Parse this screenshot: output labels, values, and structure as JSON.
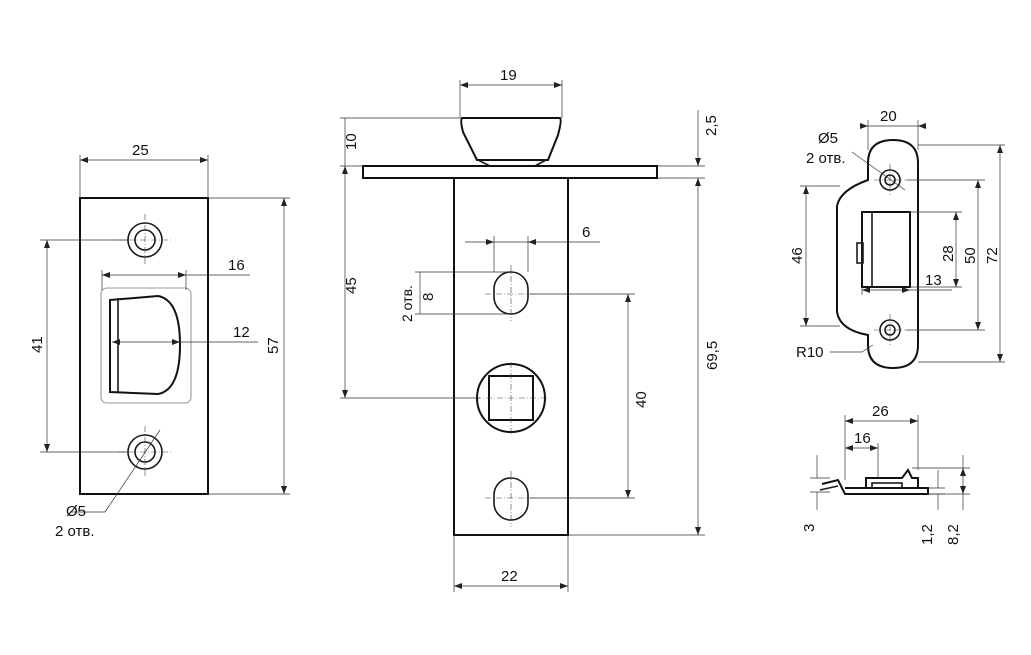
{
  "colors": {
    "line": "#1a1a1a",
    "background": "#ffffff",
    "hidden": "#9a9a9a"
  },
  "strike_plate": {
    "width": "25",
    "height": "57",
    "hole_spacing": "41",
    "opening_outer": "16",
    "opening_inner": "12",
    "hole_diameter": "Ø5",
    "hole_count": "2 отв."
  },
  "latch": {
    "head_width": "19",
    "flange_thickness": "2,5",
    "head_height": "10",
    "to_spindle": "45",
    "total_length": "69,5",
    "slot_width": "6",
    "slot_height": "8",
    "slot_count": "2 отв.",
    "slot_spacing": "40",
    "body_width": "22"
  },
  "small_plate": {
    "top_width": "20",
    "hole_diameter": "Ø5",
    "hole_count": "2 отв.",
    "height_46": "46",
    "height_28": "28",
    "height_50": "50",
    "height_72": "72",
    "tongue_width": "13",
    "radius": "R10"
  },
  "side_view": {
    "width_26": "26",
    "width_16": "16",
    "offset_3": "3",
    "thickness": "1,2",
    "height": "8,2"
  }
}
